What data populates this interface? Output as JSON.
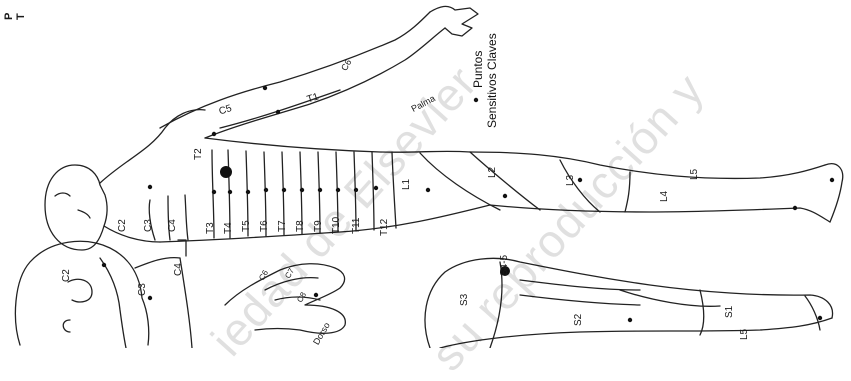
{
  "header_fragment": [
    "P",
    "T"
  ],
  "legend": {
    "line1": "Puntos",
    "line2": "Sensitivos Claves"
  },
  "labels": {
    "palma": "Palma",
    "dorso": "Dorso",
    "C2_head": "C2",
    "C3_head": "C3",
    "C4_head": "C4",
    "C2": "C2",
    "C3": "C3",
    "C4": "C4",
    "C5": "C5",
    "C6": "C6",
    "T1": "T1",
    "T2": "T2",
    "T3": "T3",
    "T4": "T4",
    "T5": "T5",
    "T6": "T6",
    "T7": "T7",
    "T8": "T8",
    "T9": "T9",
    "T10": "T10",
    "T11": "T11",
    "T12": "T12",
    "L1": "L1",
    "L2": "L2",
    "L3": "L3",
    "L4": "L4",
    "L5": "L5",
    "S3": "S3",
    "S45": "S4-5",
    "S2": "S2",
    "S1": "S1",
    "L5b": "L5",
    "hand_c6": "C6",
    "hand_c7": "C7",
    "hand_c8": "C8"
  },
  "watermark": {
    "line1": "iedad de Elsevier",
    "line2": "su reproducción y"
  }
}
